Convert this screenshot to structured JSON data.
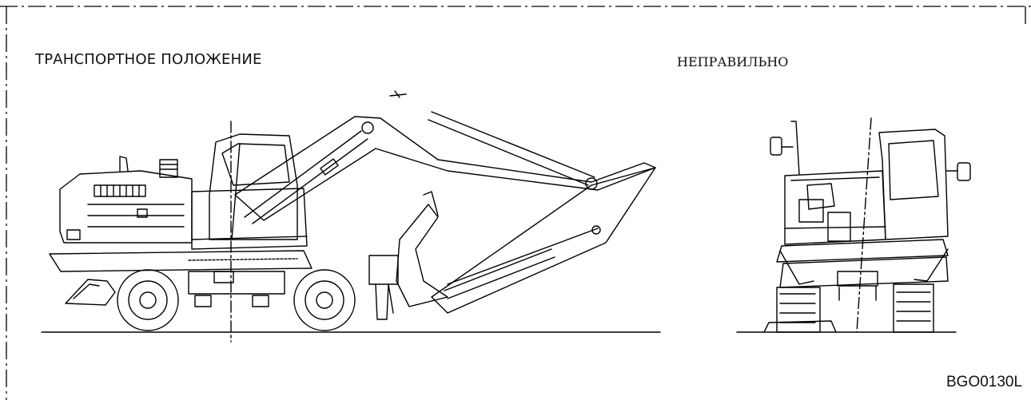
{
  "figure": {
    "left_caption": "ТРАНСПОРТНОЕ ПОЛОЖЕНИЕ",
    "right_caption": "НЕПРАВИЛЬНО",
    "figure_code": "BGO0130L"
  },
  "icons": {
    "side_view": "wheeled-excavator-side-view-icon",
    "front_view": "wheeled-excavator-front-view-icon"
  },
  "colors": {
    "line": "#000000",
    "background": "#ffffff"
  }
}
